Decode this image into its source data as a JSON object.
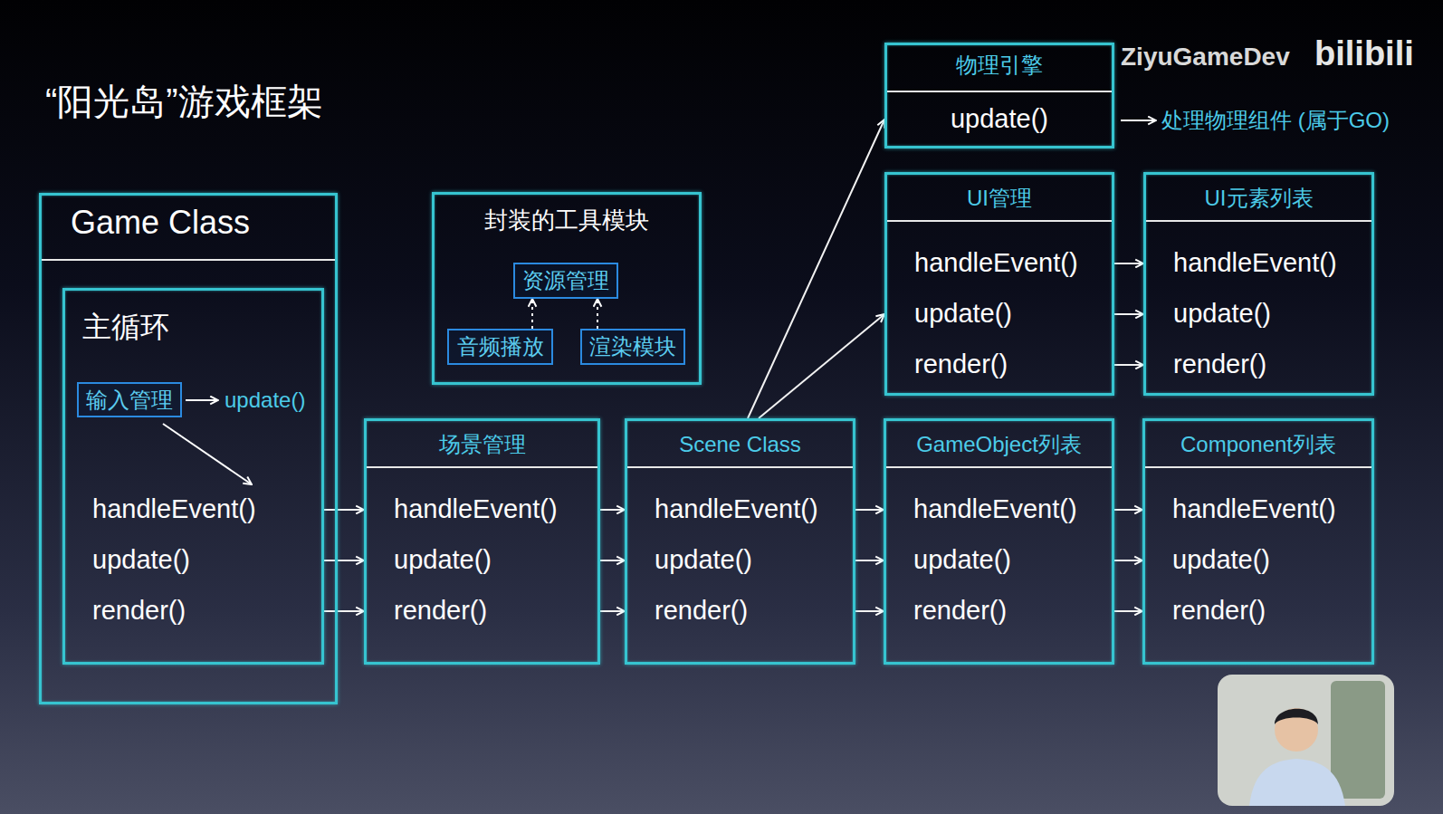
{
  "diagram": {
    "title": "“阳光岛”游戏框架",
    "nodes": [
      {
        "text": [
          "Game Class"
        ]
      },
      {
        "text": [
          "主循环",
          "update()",
          "handleEvent()",
          "update()",
          "render()"
        ],
        "in": 0
      },
      {
        "text": [
          "输入管理"
        ],
        "in": 1
      },
      {
        "text": [
          "封装的工具模块"
        ]
      },
      {
        "text": [
          "资源管理"
        ],
        "in": 3
      },
      {
        "text": [
          "音频播放"
        ],
        "in": 3
      },
      {
        "text": [
          "渲染模块"
        ],
        "in": 3
      },
      {
        "text": [
          "物理引擎",
          "update()"
        ]
      },
      {
        "text": [
          "UI管理",
          "handleEvent()",
          "update()",
          "render()"
        ]
      },
      {
        "text": [
          "UI元素列表",
          "handleEvent()",
          "update()",
          "render()"
        ]
      },
      {
        "text": [
          "场景管理",
          "handleEvent()",
          "update()",
          "render()"
        ]
      },
      {
        "text": [
          "Scene Class",
          "handleEvent()",
          "update()",
          "render()"
        ]
      },
      {
        "text": [
          "GameObject列表",
          "handleEvent()",
          "update()",
          "render()"
        ]
      },
      {
        "text": [
          "Component列表",
          "handleEvent()",
          "update()",
          "render()"
        ]
      }
    ],
    "edges": [
      {
        "from": 5,
        "to": 4,
        "arrow": "to"
      },
      {
        "from": 6,
        "to": 4,
        "arrow": "to"
      },
      {
        "from": 1,
        "to": 10,
        "arrow": "to"
      },
      {
        "from": 1,
        "to": 10,
        "arrow": "to"
      },
      {
        "from": 1,
        "to": 10,
        "arrow": "to"
      },
      {
        "from": 10,
        "to": 11,
        "arrow": "to"
      },
      {
        "from": 10,
        "to": 11,
        "arrow": "to"
      },
      {
        "from": 10,
        "to": 11,
        "arrow": "to"
      },
      {
        "from": 11,
        "to": 12,
        "arrow": "to"
      },
      {
        "from": 11,
        "to": 12,
        "arrow": "to"
      },
      {
        "from": 11,
        "to": 12,
        "arrow": "to"
      },
      {
        "from": 12,
        "to": 13,
        "arrow": "to"
      },
      {
        "from": 12,
        "to": 13,
        "arrow": "to"
      },
      {
        "from": 12,
        "to": 13,
        "arrow": "to"
      },
      {
        "from": 11,
        "to": 7,
        "arrow": "to"
      },
      {
        "from": 11,
        "to": 8,
        "arrow": "to"
      },
      {
        "from": 8,
        "to": 9,
        "arrow": "to"
      },
      {
        "from": 8,
        "to": 9,
        "arrow": "to"
      },
      {
        "from": 8,
        "to": 9,
        "arrow": "to"
      }
    ],
    "labels": [
      "ZiyuGameDev",
      "bilibili",
      "处理物理组件 (属于GO)"
    ]
  }
}
